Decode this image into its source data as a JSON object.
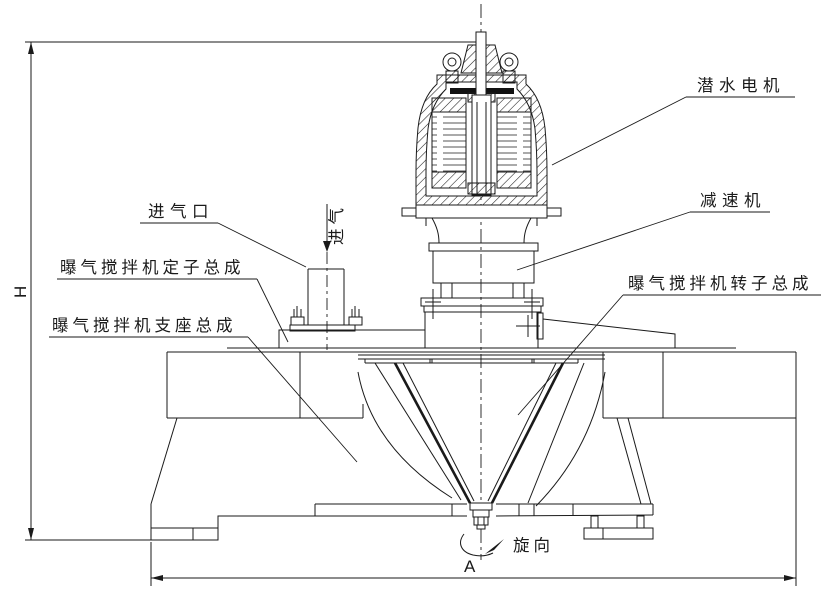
{
  "drawing": {
    "background": "#ffffff",
    "line_color": "#1a1a1a",
    "labels": {
      "submersible_motor": "潜水电机",
      "reducer": "减速机",
      "air_inlet_port": "进气口",
      "air_intake": "进气",
      "stator_assembly": "曝气搅拌机定子总成",
      "support_assembly": "曝气搅拌机支座总成",
      "rotor_assembly": "曝气搅拌机转子总成",
      "rotation_direction": "旋向",
      "dim_height": "H",
      "dim_width": "A"
    }
  }
}
